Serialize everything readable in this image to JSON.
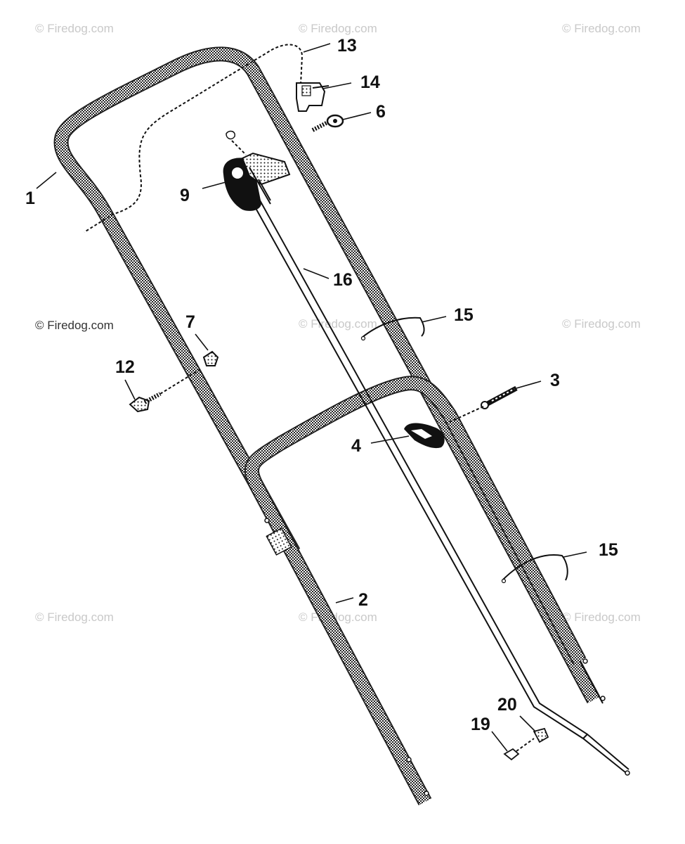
{
  "watermarks": [
    "© Firedog.com",
    "© Firedog.com",
    "© Firedog.com",
    "© Firedog.com",
    "© Firedog.com",
    "© Firedog.com",
    "© Firedog.com",
    "© Firedog.com",
    "© Firedog.com"
  ],
  "callouts": {
    "c1": "1",
    "c2": "2",
    "c3": "3",
    "c4": "4",
    "c6": "6",
    "c7": "7",
    "c9": "9",
    "c12": "12",
    "c13": "13",
    "c14": "14",
    "c15a": "15",
    "c15b": "15",
    "c16": "16",
    "c19": "19",
    "c20": "20"
  },
  "colors": {
    "line": "#111111",
    "watermark": "#c9c9c9",
    "background": "#ffffff"
  }
}
